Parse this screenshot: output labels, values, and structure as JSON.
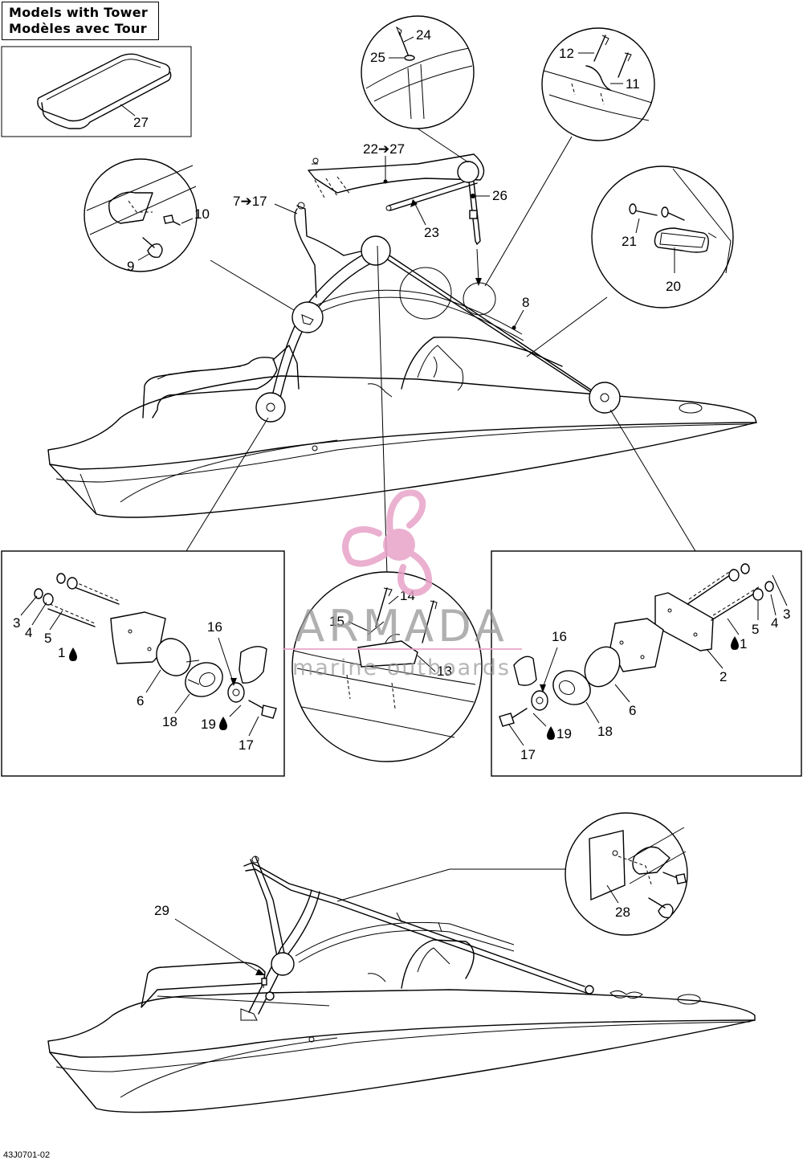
{
  "title": {
    "line_en": "Models with Tower",
    "line_fr": "Modèles avec Tour"
  },
  "drawing_number": "43J0701-02",
  "watermark": {
    "brand": "ARMADA",
    "tagline": "marine outboards",
    "logo_icon": "propeller-logo-icon",
    "color": "#e8a3c8"
  },
  "callouts": {
    "c27_top": "27",
    "c24": "24",
    "c25": "25",
    "c12": "12",
    "c11": "11",
    "c22_27": "22➔27",
    "c26": "26",
    "c23": "23",
    "c7_17": "7➔17",
    "c10": "10",
    "c9": "9",
    "c21": "21",
    "c20": "20",
    "c8": "8",
    "l3": "3",
    "l4": "4",
    "l5": "5",
    "l1": "1",
    "l16": "16",
    "l6": "6",
    "l18": "18",
    "l19": "19",
    "l17": "17",
    "c14": "14",
    "c15": "15",
    "c13": "13",
    "r16": "16",
    "r2": "2",
    "r1": "1",
    "r5": "5",
    "r4": "4",
    "r3": "3",
    "r6": "6",
    "r18": "18",
    "r19": "19",
    "r17": "17",
    "c29": "29",
    "c28": "28"
  },
  "icons": {
    "drop": "adhesive-drop-icon"
  }
}
